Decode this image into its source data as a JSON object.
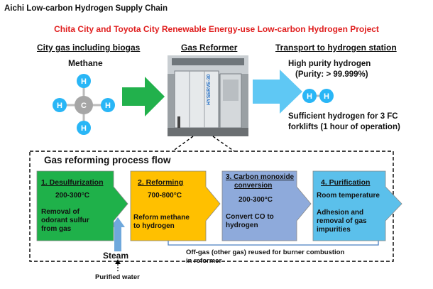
{
  "header": {
    "title": "Aichi Low-carbon Hydrogen Supply Chain",
    "subtitle": "Chita City and Toyota City Renewable Energy-use Low-carbon Hydrogen Project"
  },
  "top": {
    "left_heading": "City gas including biogas",
    "methane_label": "Methane",
    "molecule": {
      "center": "C",
      "atoms": [
        "H",
        "H",
        "H",
        "H"
      ]
    },
    "center_heading": "Gas Reformer",
    "reformer_sign": "HYSERVE-30",
    "right_heading": "Transport to hydrogen station",
    "purity_title": "High purity hydrogen",
    "purity_value": "(Purity: > 99.999%)",
    "hydrogen_atoms": [
      "H",
      "H"
    ],
    "sufficient_line1": "Sufficient hydrogen for 3 FC",
    "sufficient_line2": "forklifts (1 hour of operation)"
  },
  "process": {
    "title": "Gas reforming process flow",
    "steps": [
      {
        "title": "1. Desulfurization",
        "temp": "200-300°C",
        "lines": [
          "Removal of",
          "odorant sulfur",
          "from gas"
        ],
        "color": "#1fb14a"
      },
      {
        "title": "2. Reforming",
        "temp": "700-800°C",
        "lines": [
          "Reform methane",
          "to hydrogen"
        ],
        "color": "#ffc000"
      },
      {
        "title_l1": "3. Carbon monoxide",
        "title_l2": "conversion",
        "temp": "200-300°C",
        "lines": [
          "Convert CO to",
          "hydrogen"
        ],
        "color": "#8eaadb"
      },
      {
        "title": "4. Purification",
        "temp": "Room temperature",
        "lines": [
          "Adhesion and",
          "removal of gas",
          "impurities"
        ],
        "color": "#5bc0eb"
      }
    ],
    "steam_label": "Steam",
    "offgas_line1": "Off-gas (other gas) reused for burner combustion",
    "offgas_line2": "in reformer",
    "water_label": "Purified water"
  }
}
